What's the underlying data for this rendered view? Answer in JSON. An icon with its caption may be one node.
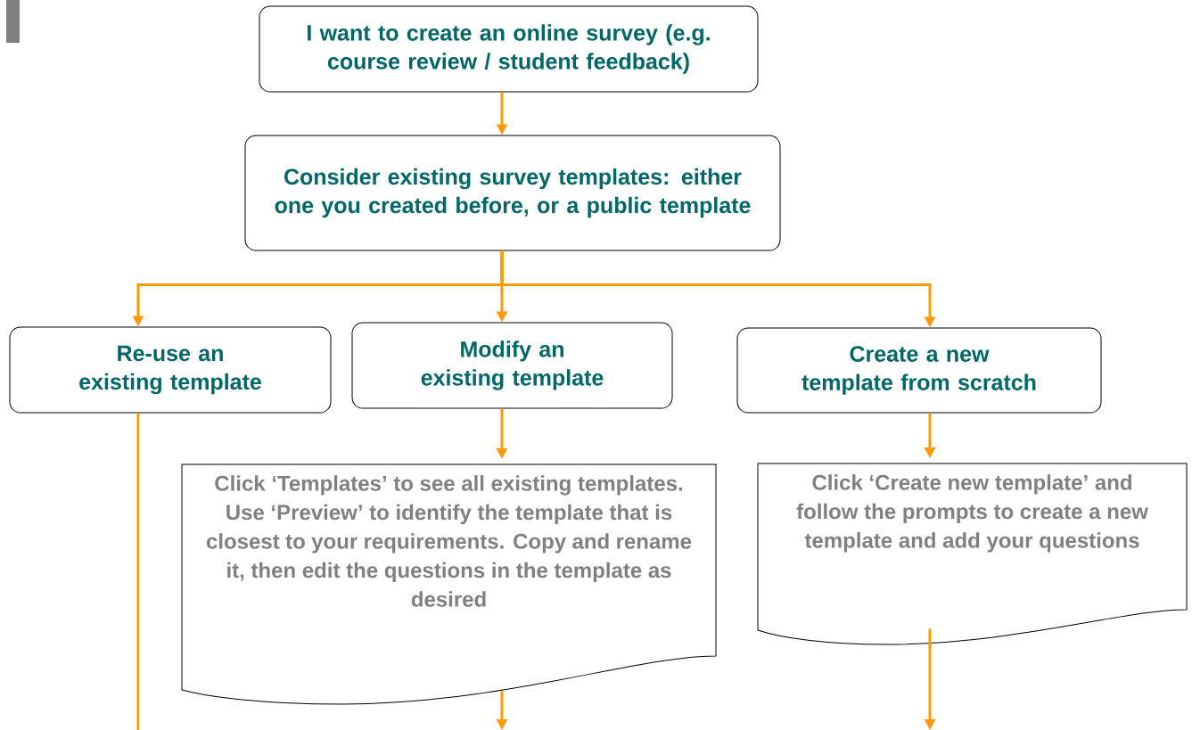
{
  "diagram": {
    "nodes": [
      {
        "text": [
          "I want to create an online survey (e.g. course review / student feedback)"
        ]
      },
      {
        "text": [
          "Consider existing survey templates: either one you created before, or a public template"
        ]
      },
      {
        "text": [
          "Re-use an existing template"
        ]
      },
      {
        "text": [
          "Modify an existing template"
        ]
      },
      {
        "text": [
          "Create a new template from scratch"
        ]
      },
      {
        "text": [
          "Click ‘Templates’ to see all existing templates. Use ‘Preview’ to identify the template that is closest to your requirements. Copy and rename it, then edit the questions in the template as desired"
        ]
      },
      {
        "text": [
          "Click ‘Create new template’ and follow the prompts to create a new template and add your questions"
        ]
      }
    ],
    "edges": [
      {
        "from": 0,
        "to": 1,
        "arrow": "to"
      },
      {
        "from": 1,
        "to": 2,
        "arrow": "to"
      },
      {
        "from": 1,
        "to": 3,
        "arrow": "to"
      },
      {
        "from": 1,
        "to": 4,
        "arrow": "to"
      },
      {
        "from": 3,
        "to": 5,
        "arrow": "to"
      },
      {
        "from": 4,
        "to": 6,
        "arrow": "to"
      },
      {
        "from": 2,
        "to": null,
        "arrow": "none"
      },
      {
        "from": 5,
        "to": null,
        "arrow": "to"
      },
      {
        "from": 6,
        "to": null,
        "arrow": "to"
      }
    ]
  }
}
